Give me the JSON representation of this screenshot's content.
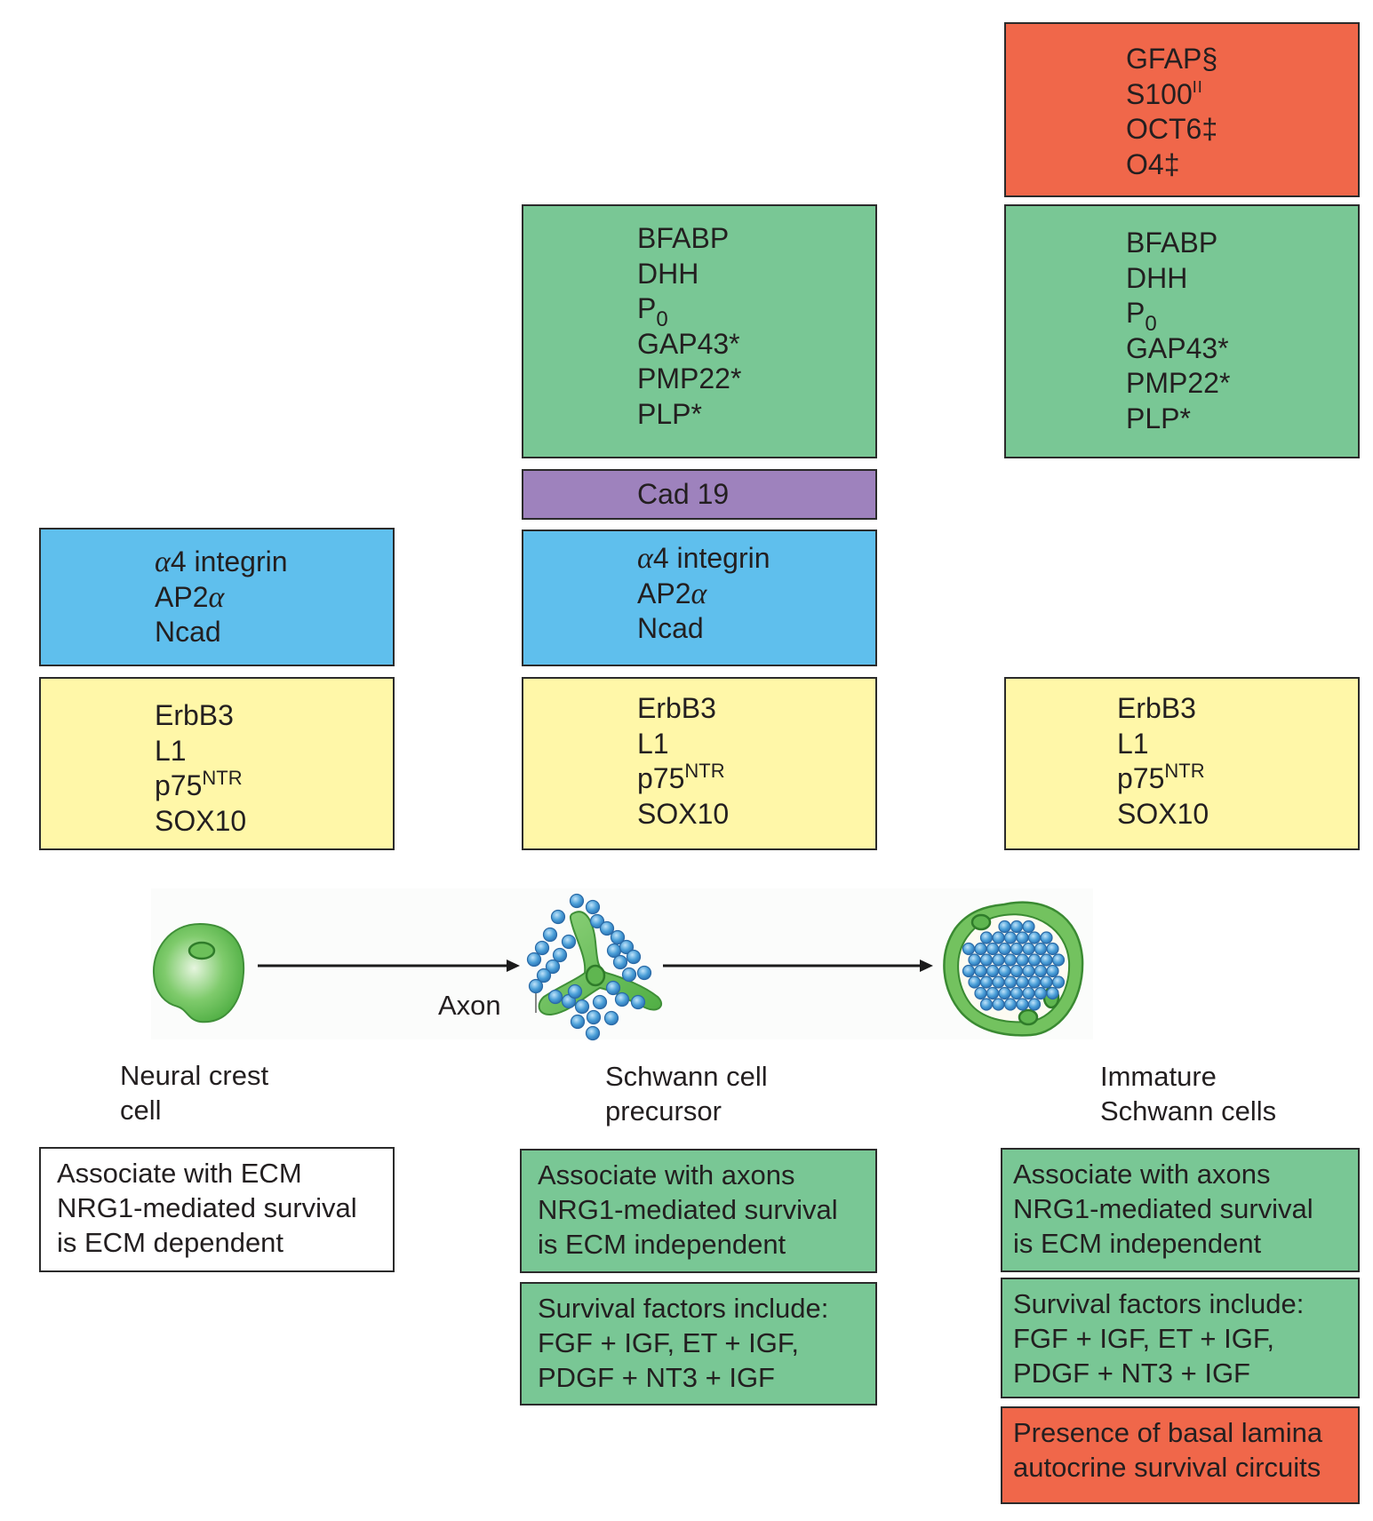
{
  "colors": {
    "red": "#f0674a",
    "green": "#79c795",
    "purple": "#9e82bd",
    "blue": "#5fbfed",
    "yellow": "#fff7a8",
    "axon_blue": "#3d8fcf",
    "cell_green": "#5dbb4e"
  },
  "columns": [
    {
      "id": "neural-crest",
      "label_lines": [
        "Neural crest",
        "cell"
      ],
      "marker_boxes": {
        "blue": [
          "α4 integrin",
          "AP2α",
          "Ncad"
        ],
        "yellow": [
          "ErbB3",
          "L1",
          "p75NTR",
          "SOX10"
        ]
      },
      "properties": [
        {
          "color": "white",
          "lines": [
            "Associate with ECM",
            "NRG1-mediated survival",
            "is ECM dependent"
          ]
        }
      ]
    },
    {
      "id": "schwann-cell-precursor",
      "label_lines": [
        "Schwann cell",
        "precursor"
      ],
      "marker_boxes": {
        "green": [
          "BFABP",
          "DHH",
          "P0",
          "GAP43*",
          "PMP22*",
          "PLP*"
        ],
        "purple": [
          "Cad 19"
        ],
        "blue": [
          "α4 integrin",
          "AP2α",
          "Ncad"
        ],
        "yellow": [
          "ErbB3",
          "L1",
          "p75NTR",
          "SOX10"
        ]
      },
      "properties": [
        {
          "color": "green",
          "lines": [
            "Associate with axons",
            "NRG1-mediated survival",
            "is ECM independent"
          ]
        },
        {
          "color": "green",
          "lines": [
            "Survival factors include:",
            "FGF + IGF, ET + IGF,",
            "PDGF + NT3 + IGF"
          ]
        }
      ]
    },
    {
      "id": "immature-schwann-cells",
      "label_lines": [
        "Immature",
        "Schwann cells"
      ],
      "marker_boxes": {
        "red": [
          "GFAP§",
          "S100ǁ",
          "OCT6‡",
          "O4‡"
        ],
        "green": [
          "BFABP",
          "DHH",
          "P0",
          "GAP43*",
          "PMP22*",
          "PLP*"
        ],
        "yellow": [
          "ErbB3",
          "L1",
          "p75NTR",
          "SOX10"
        ]
      },
      "properties": [
        {
          "color": "green",
          "lines": [
            "Associate with axons",
            "NRG1-mediated survival",
            "is ECM independent"
          ]
        },
        {
          "color": "green",
          "lines": [
            "Survival factors include:",
            "FGF + IGF, ET + IGF,",
            "PDGF + NT3 + IGF"
          ]
        },
        {
          "color": "red",
          "lines": [
            "Presence of basal lamina",
            "autocrine survival circuits"
          ]
        }
      ]
    }
  ],
  "markers": {
    "alpha4": {
      "greek": "α",
      "rest": "4 integrin"
    },
    "ap2a": {
      "base": "AP2",
      "greek": "α"
    },
    "ncad": "Ncad",
    "erbb3": "ErbB3",
    "l1": "L1",
    "p75": {
      "base": "p75",
      "sup": "NTR"
    },
    "sox10": "SOX10",
    "bfabp": "BFABP",
    "dhh": "DHH",
    "p0": {
      "base": "P",
      "sub": "0"
    },
    "gap43": "GAP43*",
    "pmp22": "PMP22*",
    "plp": "PLP*",
    "cad19": "Cad 19",
    "gfap": "GFAP§",
    "s100": {
      "base": "S100",
      "sup": "II"
    },
    "oct6": "OCT6‡",
    "o4": "O4‡"
  },
  "illustration": {
    "axon_label": "Axon",
    "arrows": 2
  }
}
